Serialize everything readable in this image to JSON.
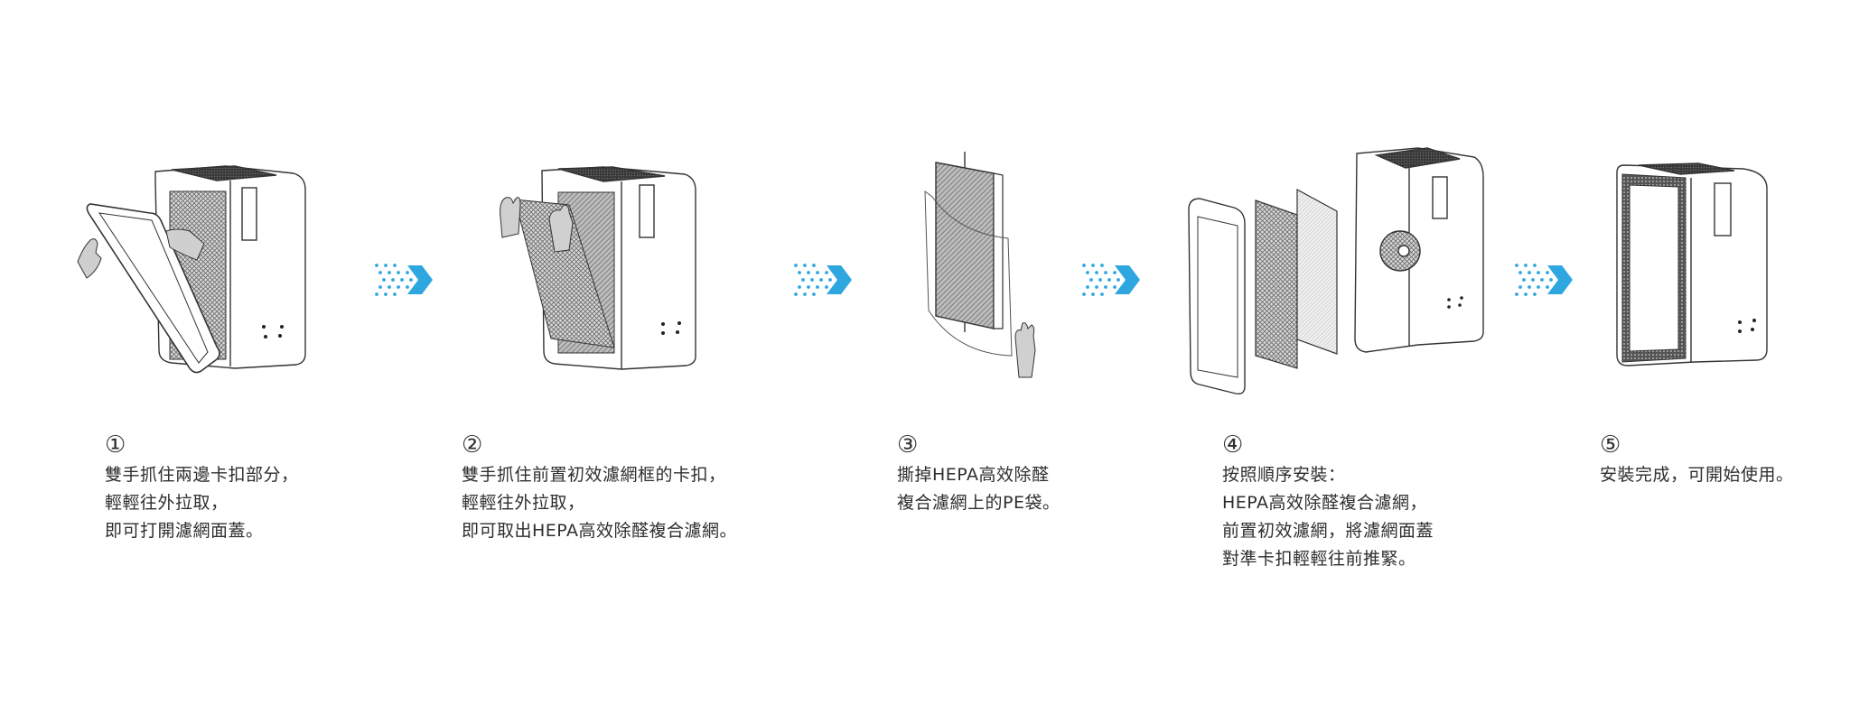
{
  "title": "空氣清淨機濾網更換步驟",
  "colors": {
    "arrow": "#2ea7e0",
    "line": "#333333",
    "text": "#2e2e2e",
    "filter_fill": "#8a8a8a"
  },
  "arrow_icon": "chevron-right-dotted-icon",
  "steps": [
    {
      "number": "1",
      "illustration": "open-filter-cover",
      "lines": [
        "雙手抓住兩邊卡扣部分，",
        "輕輕往外拉取，",
        "即可打開濾網面蓋。"
      ]
    },
    {
      "number": "2",
      "illustration": "remove-pre-filter",
      "lines": [
        "雙手抓住前置初效濾網框的卡扣，",
        "輕輕往外拉取，",
        "即可取出HEPA高效除醛複合濾網。"
      ]
    },
    {
      "number": "3",
      "illustration": "remove-pe-bag",
      "lines": [
        "撕掉HEPA高效除醛",
        "複合濾網上的PE袋。"
      ]
    },
    {
      "number": "4",
      "illustration": "install-in-order",
      "lines": [
        "按照順序安裝：",
        "HEPA高效除醛複合濾網，",
        "前置初效濾網，將濾網面蓋",
        "對準卡扣輕輕往前推緊。"
      ]
    },
    {
      "number": "5",
      "illustration": "installation-complete",
      "lines": [
        "安裝完成，可開始使用。"
      ]
    }
  ]
}
